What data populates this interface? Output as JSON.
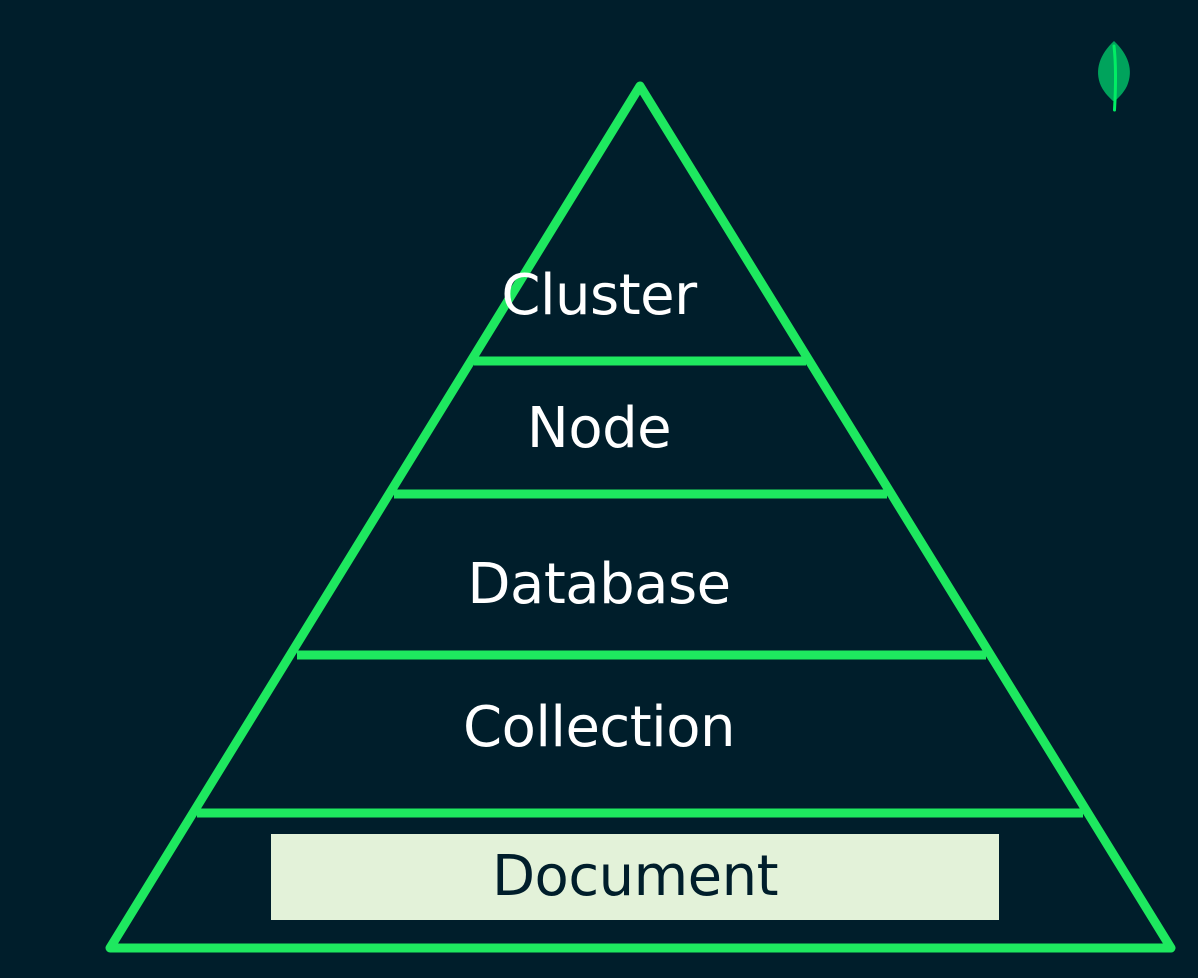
{
  "diagram": {
    "levels": [
      {
        "label": "Cluster"
      },
      {
        "label": "Node"
      },
      {
        "label": "Database"
      },
      {
        "label": "Collection"
      },
      {
        "label": "Document",
        "highlighted": true
      }
    ]
  },
  "logo": {
    "icon": "leaf-icon"
  },
  "colors": {
    "background": "#001e2b",
    "outline": "#00ed64",
    "text": "#ffffff",
    "highlight_fill": "#e3f2d9",
    "highlight_text": "#001e2b",
    "leaf": "#00a35c"
  }
}
